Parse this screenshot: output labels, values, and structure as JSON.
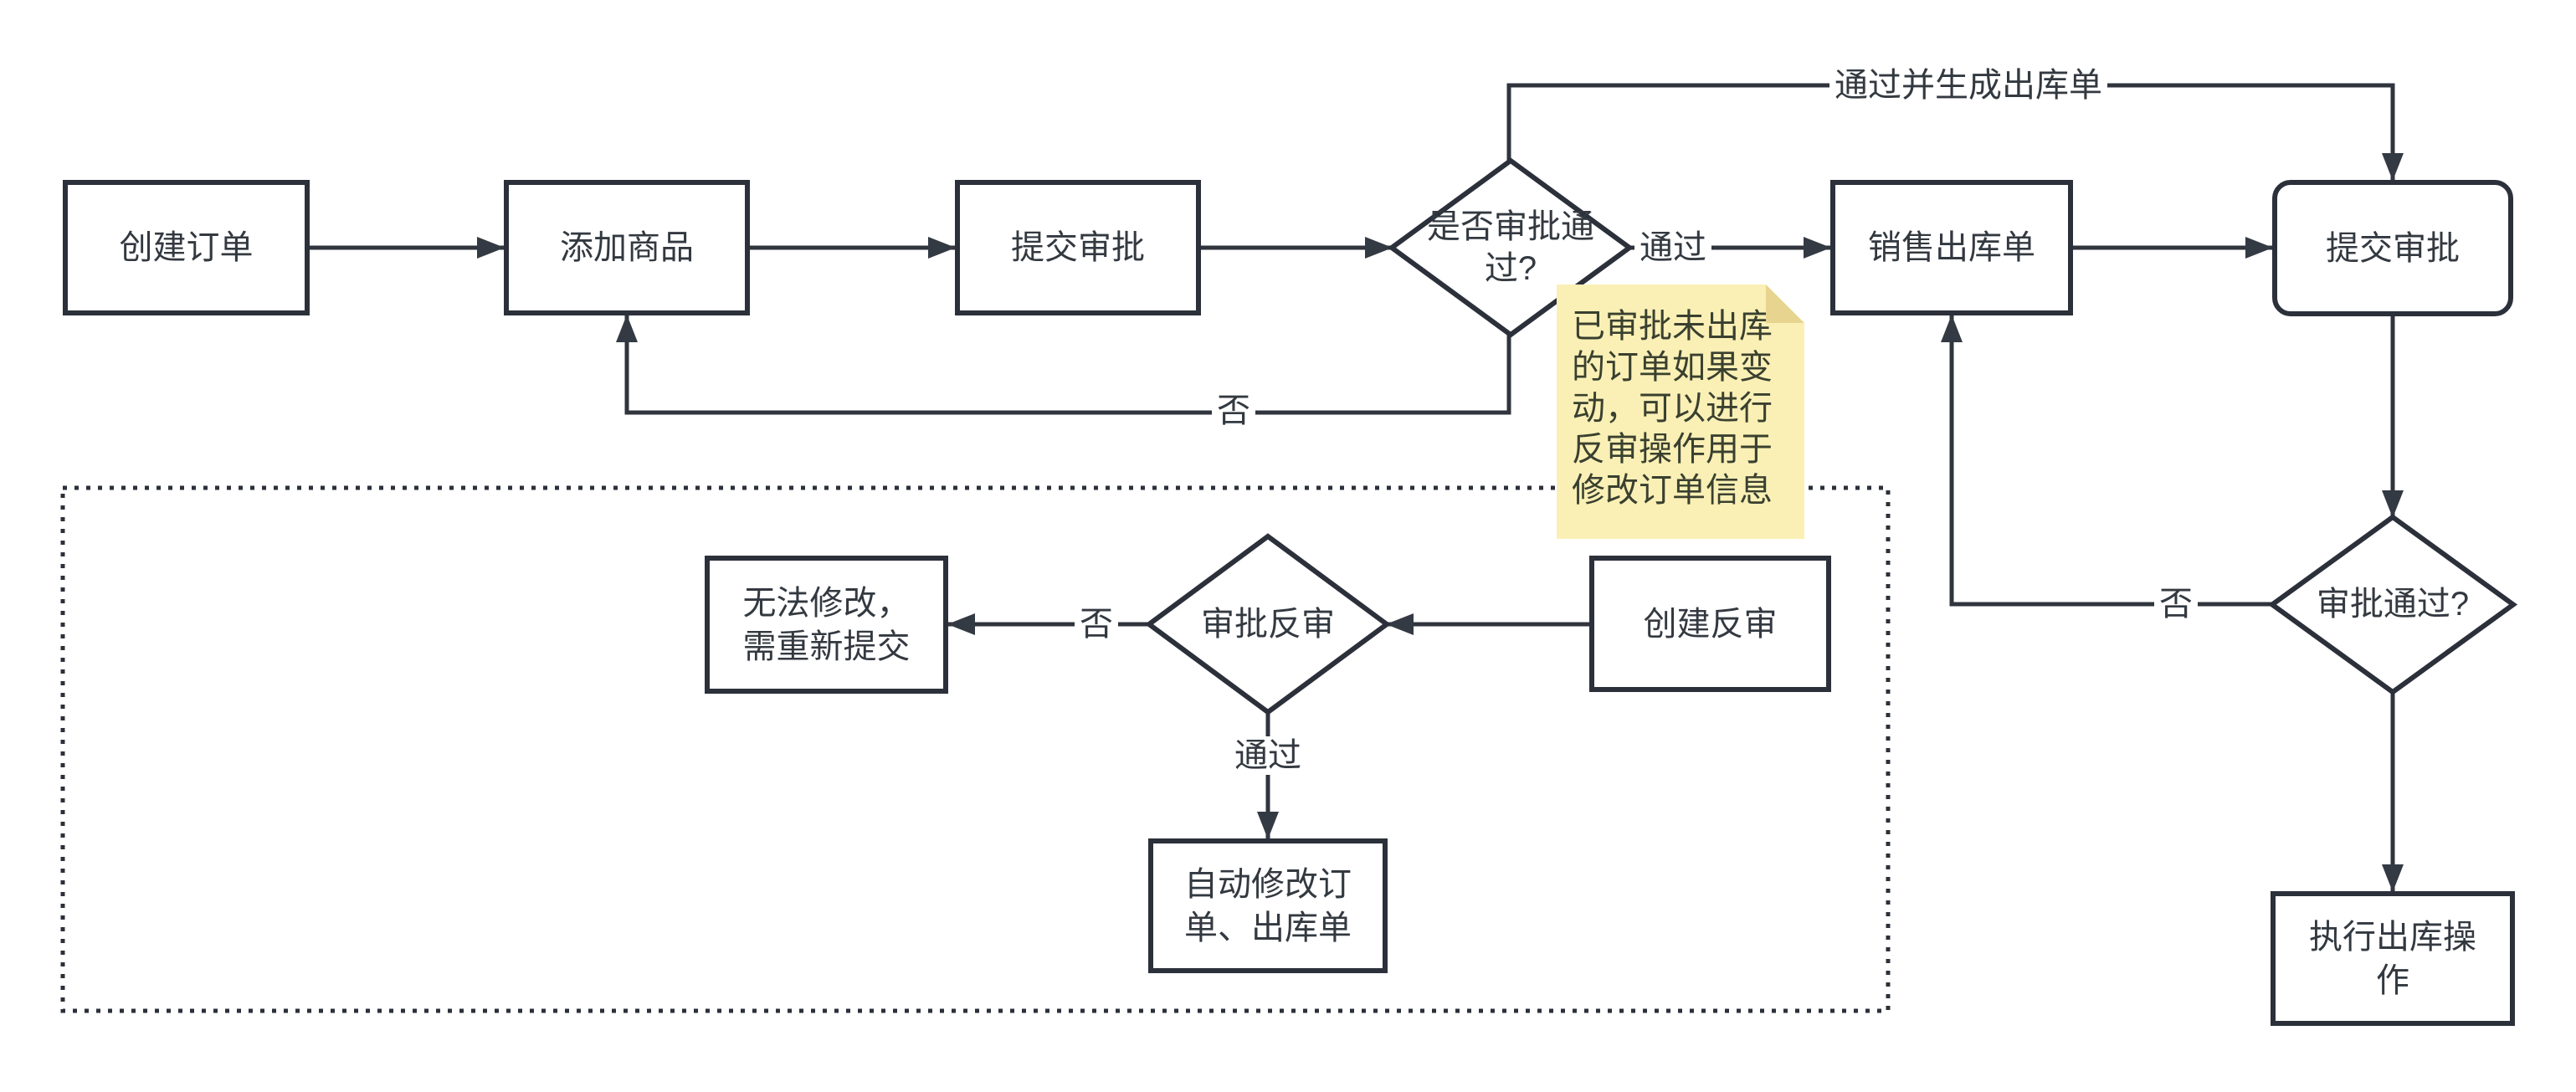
{
  "diagram": {
    "nodes": {
      "create_order": {
        "label": "创建订单",
        "shape": "rect"
      },
      "add_product": {
        "label": "添加商品",
        "shape": "rect"
      },
      "submit_approval_1": {
        "label": "提交审批",
        "shape": "rect"
      },
      "approval_decision_1": {
        "label": "是否审批通过?",
        "shape": "diamond"
      },
      "sales_outbound_order": {
        "label": "销售出库单",
        "shape": "rect"
      },
      "submit_approval_2": {
        "label": "提交审批",
        "shape": "rounded-rect"
      },
      "approval_decision_2": {
        "label": "审批通过?",
        "shape": "diamond"
      },
      "execute_outbound": {
        "label": "执行出库操作",
        "shape": "rect"
      },
      "cannot_modify": {
        "label": "无法修改，需重新提交",
        "shape": "rect"
      },
      "reverse_approval_review": {
        "label": "审批反审",
        "shape": "diamond"
      },
      "create_reverse_approval": {
        "label": "创建反审",
        "shape": "rect"
      },
      "auto_modify_orders": {
        "label": "自动修改订单、出库单",
        "shape": "rect"
      }
    },
    "edge_labels": {
      "pass_1": "通过",
      "pass_and_generate_outbound": "通过并生成出库单",
      "no_1": "否",
      "no_2": "否",
      "no_3": "否",
      "pass_2": "通过"
    },
    "note": {
      "text": "已审批未出库的订单如果变动，可以进行反审操作用于修改订单信息"
    },
    "colors": {
      "line": "#2b303a",
      "text": "#333940",
      "note_bg": "#faf0b5",
      "note_fold": "#e7d48e"
    }
  }
}
